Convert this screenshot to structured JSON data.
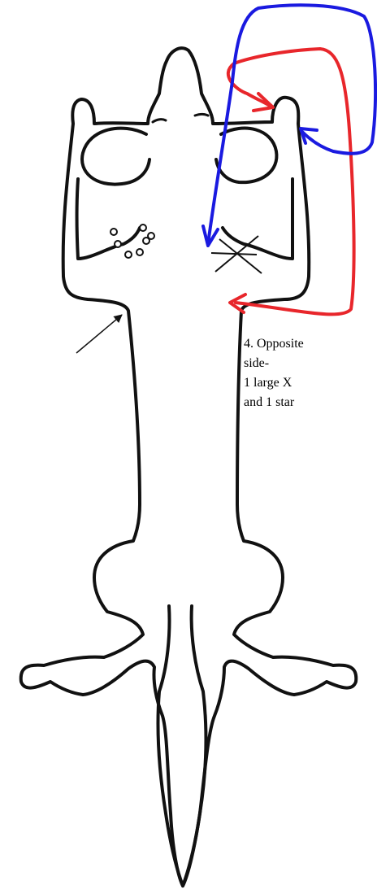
{
  "figure": {
    "caption_lines": [
      "4. Opposite",
      "side-",
      "1 large X",
      "and 1 star"
    ]
  },
  "colors": {
    "outline": "#111111",
    "red_arrow": "#e8262b",
    "blue_arrow": "#1a1ae0",
    "background": "#ffffff"
  },
  "markers": {
    "left_armpit": "ring-cluster",
    "right_armpit": "large-x",
    "ring_count": 7,
    "pointer": "black-arrow"
  }
}
